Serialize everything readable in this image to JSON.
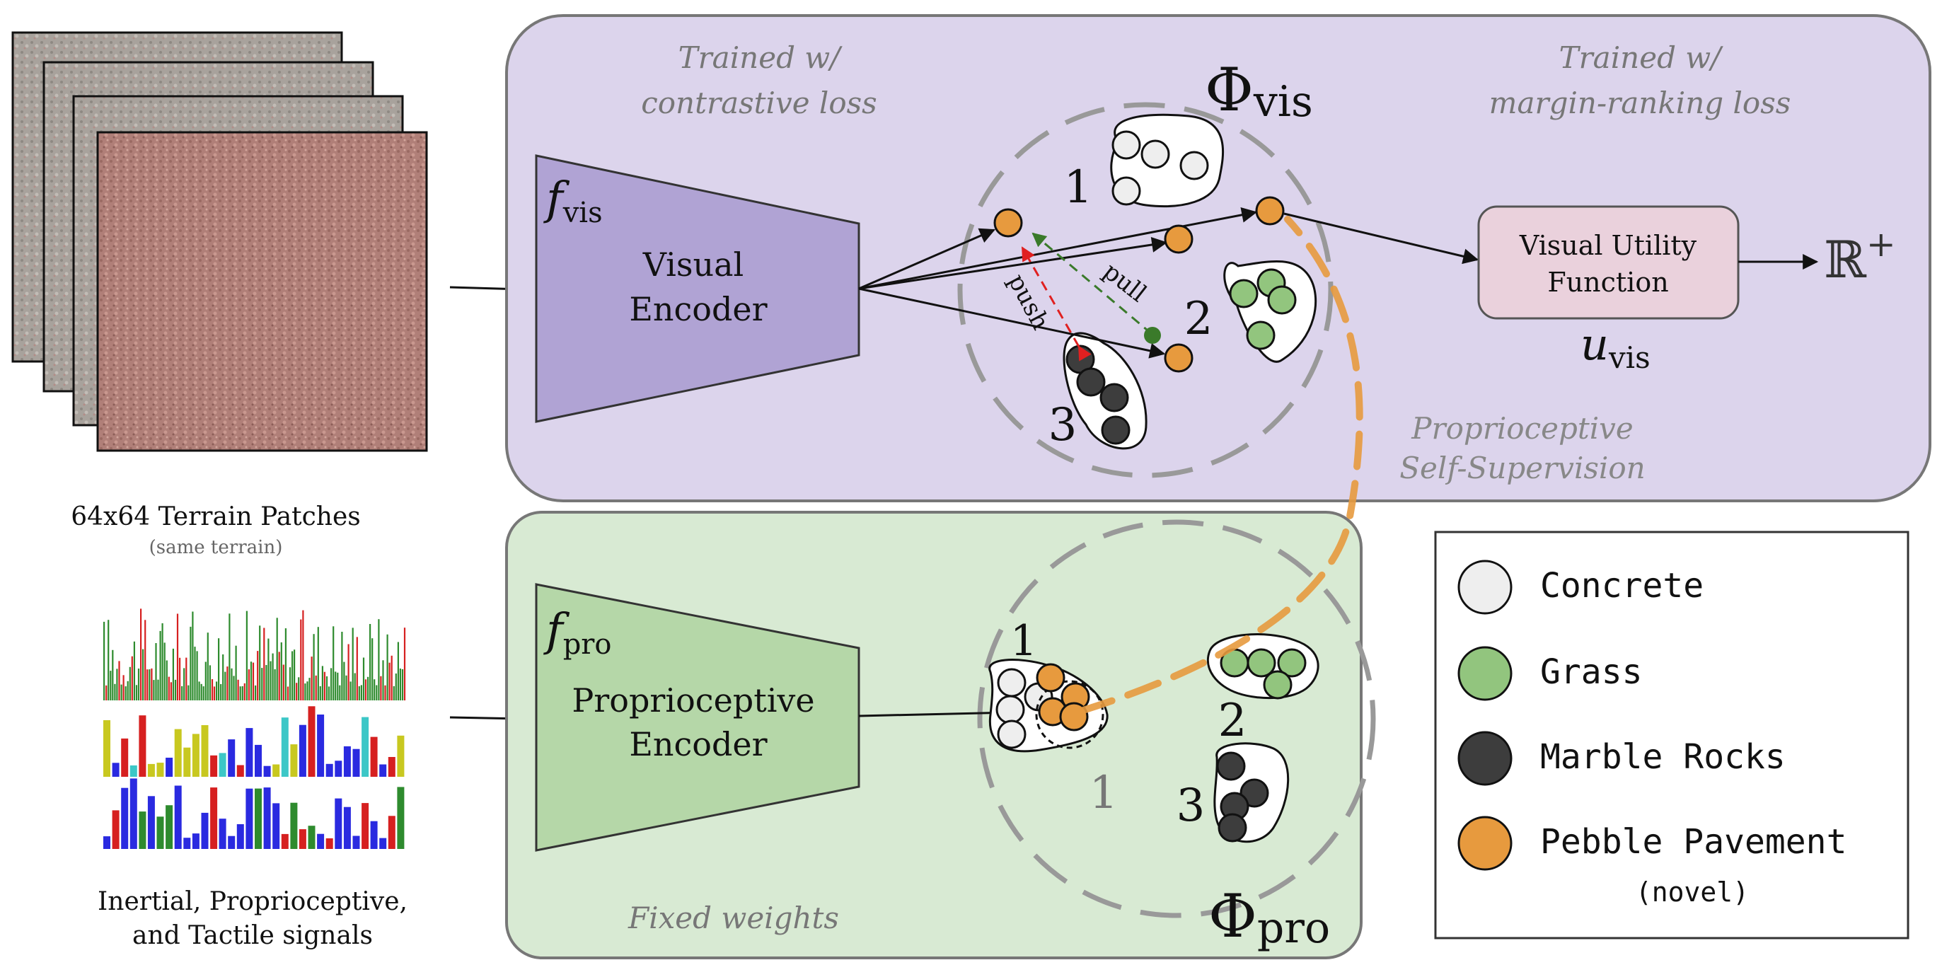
{
  "patches": {
    "caption": "64x64 Terrain Patches",
    "subcaption": "(same terrain)"
  },
  "signals": {
    "caption_line1": "Inertial, Proprioceptive,",
    "caption_line2": "and Tactile signals"
  },
  "visual_panel": {
    "left_note_line1": "Trained w/",
    "left_note_line2": "contrastive loss",
    "right_note_line1": "Trained w/",
    "right_note_line2": "margin-ranking loss",
    "encoder_symbol": "f",
    "encoder_subscript": "vis",
    "encoder_label_line1": "Visual",
    "encoder_label_line2": "Encoder",
    "space_symbol": "Φ",
    "space_subscript": "vis",
    "push_label": "push",
    "pull_label": "pull",
    "cluster_labels": [
      "1",
      "2",
      "3"
    ],
    "utility_label_line1": "Visual Utility",
    "utility_label_line2": "Function",
    "utility_symbol": "u",
    "utility_subscript": "vis",
    "output_symbol": "ℝ",
    "output_superscript": "+",
    "self_sup_line1": "Proprioceptive",
    "self_sup_line2": "Self-Supervision"
  },
  "proprio_panel": {
    "encoder_symbol": "f",
    "encoder_subscript": "pro",
    "encoder_label_line1": "Proprioceptive",
    "encoder_label_line2": "Encoder",
    "space_symbol": "Φ",
    "space_subscript": "pro",
    "fixed_note": "Fixed weights",
    "cluster_labels": [
      "1",
      "2",
      "3"
    ],
    "overlap_label": "1"
  },
  "legend": {
    "items": [
      {
        "label": "Concrete",
        "color": "#eeeeee"
      },
      {
        "label": "Grass",
        "color": "#92c57e"
      },
      {
        "label": "Marble Rocks",
        "color": "#3d3d3d"
      },
      {
        "label": "Pebble Pavement",
        "color": "#e79a3e"
      }
    ],
    "novel_note": "(novel)"
  },
  "colors": {
    "visual_panel_bg": "#dcd4ec",
    "proprio_panel_bg": "#d8ead3",
    "visual_encoder": "#b0a3d4",
    "proprio_encoder": "#b5d7a8",
    "utility_box": "#ead1dc",
    "push_arrow": "#e02020",
    "pull_arrow": "#3a7a2a",
    "supervision_link": "#e79a3e"
  }
}
